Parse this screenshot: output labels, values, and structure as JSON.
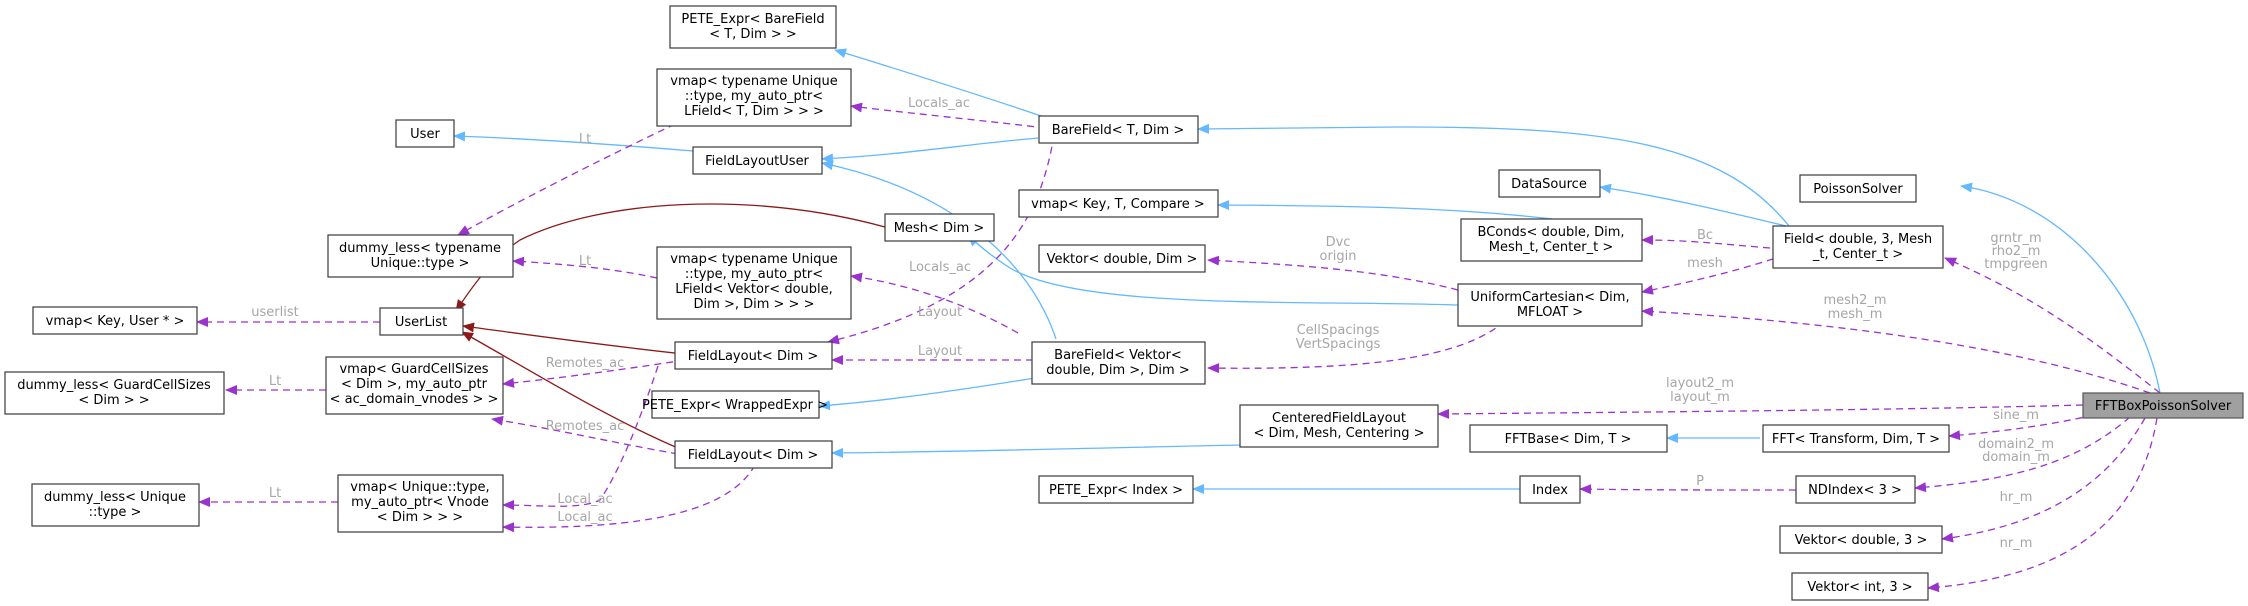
{
  "colors": {
    "inherit": "#63b8ff",
    "usage": "#9a32cd",
    "private": "#8b1a1a",
    "label": "#a6a6a6"
  },
  "nodes": {
    "pete_barefield": [
      "PETE_Expr< BareField",
      "< T, Dim > >"
    ],
    "vmap_lfield": [
      "vmap< typename Unique",
      "::type, my_auto_ptr<",
      "LField< T, Dim > > >"
    ],
    "user": [
      "User"
    ],
    "fieldlayoutuser": [
      "FieldLayoutUser"
    ],
    "barefield": [
      "BareField< T, Dim >"
    ],
    "dummy_less_unique_type": [
      "dummy_less< typename",
      "Unique::type >"
    ],
    "mesh": [
      "Mesh< Dim >"
    ],
    "vmap_key_t_compare": [
      "vmap< Key, T, Compare >"
    ],
    "datasource": [
      "DataSource"
    ],
    "poissonsolver": [
      "PoissonSolver"
    ],
    "vmap_lfield_vektor": [
      "vmap< typename Unique",
      "::type, my_auto_ptr<",
      "LField< Vektor< double,",
      "Dim >, Dim > > >"
    ],
    "vektor_double_dim": [
      "Vektor< double, Dim >"
    ],
    "bconds": [
      "BConds< double, Dim,",
      "Mesh_t, Center_t >"
    ],
    "field": [
      "Field< double, 3, Mesh",
      "_t, Center_t >"
    ],
    "vmap_key_user": [
      "vmap< Key, User * >"
    ],
    "userlist": [
      "UserList"
    ],
    "uniformcartesian": [
      "UniformCartesian< Dim,",
      "MFLOAT >"
    ],
    "fieldlayout_top": [
      "FieldLayout< Dim >"
    ],
    "barefield_vektor": [
      "BareField< Vektor<",
      "double, Dim >, Dim >"
    ],
    "dummy_less_guardcell": [
      "dummy_less< GuardCellSizes",
      "< Dim > >"
    ],
    "vmap_guardcell": [
      "vmap< GuardCellSizes",
      "< Dim >, my_auto_ptr",
      "< ac_domain_vnodes > >"
    ],
    "pete_wrapped": [
      "PETE_Expr< WrappedExpr >"
    ],
    "fftboxpoissonsolver": [
      "FFTBoxPoissonSolver"
    ],
    "centeredfieldlayout": [
      "CenteredFieldLayout",
      "< Dim, Mesh, Centering >"
    ],
    "fftbase": [
      "FFTBase< Dim, T >"
    ],
    "fft": [
      "FFT< Transform, Dim, T >"
    ],
    "fieldlayout_bottom": [
      "FieldLayout< Dim >"
    ],
    "dummy_less_unique_plain": [
      "dummy_less< Unique",
      "::type >"
    ],
    "vmap_vnode": [
      "vmap< Unique::type,",
      "my_auto_ptr< Vnode",
      "< Dim > > >"
    ],
    "pete_index": [
      "PETE_Expr< Index >"
    ],
    "index": [
      "Index"
    ],
    "ndindex": [
      "NDIndex< 3 >"
    ],
    "vektor_double_3": [
      "Vektor< double, 3 >"
    ],
    "vektor_int_3": [
      "Vektor< int, 3 >"
    ]
  },
  "edge_labels": {
    "locals_ac_barefield": [
      "Locals_ac"
    ],
    "lt_user": [
      "Lt"
    ],
    "lt_vmap_lfield_vektor": [
      "Lt"
    ],
    "locals_ac_barefield_vektor": [
      "Locals_ac"
    ],
    "layout_barefield": [
      "Layout"
    ],
    "layout_barefield_vektor": [
      "Layout"
    ],
    "userlist_label": [
      "userlist"
    ],
    "lt_guardcell": [
      "Lt"
    ],
    "lt_vnode": [
      "Lt"
    ],
    "remotes_ac_top": [
      "Remotes_ac"
    ],
    "remotes_ac_bottom": [
      "Remotes_ac"
    ],
    "local_ac_top": [
      "Local_ac"
    ],
    "local_ac_bottom": [
      "Local_ac"
    ],
    "dvc_origin": [
      "Dvc",
      "origin"
    ],
    "bc": [
      "Bc"
    ],
    "mesh_label": [
      "mesh"
    ],
    "cell_vert_spacings": [
      "CellSpacings",
      "VertSpacings"
    ],
    "grntr_rho2_tmpgreen": [
      "grntr_m",
      "rho2_m",
      "tmpgreen"
    ],
    "mesh2_mesh": [
      "mesh2_m",
      "mesh_m"
    ],
    "layout2_layout": [
      "layout2_m",
      "layout_m"
    ],
    "sine": [
      "sine_m"
    ],
    "domain2_domain": [
      "domain2_m",
      "domain_m"
    ],
    "p": [
      "P"
    ],
    "hr": [
      "hr_m"
    ],
    "nr": [
      "nr_m"
    ]
  }
}
